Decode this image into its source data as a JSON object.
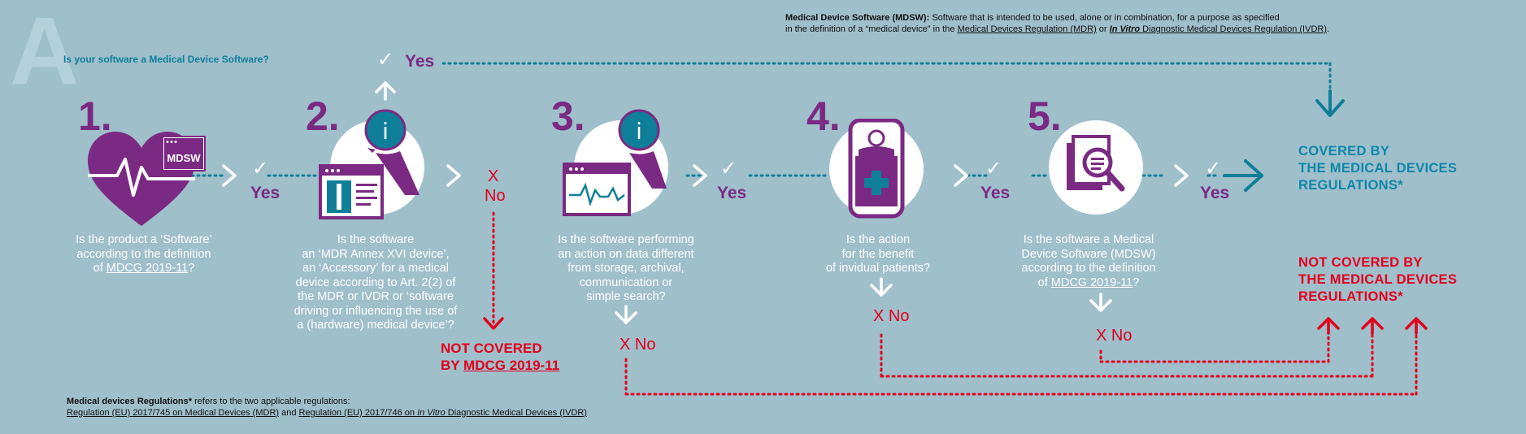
{
  "section_letter": "A",
  "question": "Is your software a Medical Device Software?",
  "definition": {
    "term": "Medical Device Software (MDSW):",
    "text1": " Software that is intended to be used, alone or in combination, for a purpose as specified",
    "text2": "in the definition of a “medical device” in the ",
    "mdr_link": "Medical Devices Regulation (MDR)",
    "or": " or ",
    "ivdr_italic": "In Vitro",
    "ivdr_link": " Diagnostic Medical Devices Regulation (IVDR)",
    "end": "."
  },
  "steps": [
    {
      "number": "1.",
      "badge": "MDSW",
      "lines": [
        "Is the product a ‘Software’",
        "according to the definition"
      ],
      "line3_pre": "of ",
      "line3_link": "MDCG 2019-11",
      "line3_post": "?"
    },
    {
      "number": "2.",
      "lines": [
        "Is the software",
        "an ‘MDR Annex XVI device’,",
        "an ‘Accessory’ for a medical",
        "device according to Art. 2(2) of",
        "the MDR or IVDR or ‘software",
        "driving or influencing the use of",
        "a (hardware) medical device’?"
      ]
    },
    {
      "number": "3.",
      "lines": [
        "Is the software performing",
        "an action on data different",
        "from storage, archival,",
        "communication or",
        "simple search?"
      ]
    },
    {
      "number": "4.",
      "lines": [
        "Is the action",
        "for the benefit",
        "of invidual patients?"
      ]
    },
    {
      "number": "5.",
      "lines": [
        "Is the software a Medical",
        "Device Software (MDSW)",
        "according to the definition"
      ],
      "line4_pre": "of ",
      "line4_link": "MDCG 2019-11",
      "line4_post": "?"
    }
  ],
  "labels": {
    "yes": "Yes",
    "no": "No",
    "x": "X",
    "x_no": "X No",
    "check": "✓",
    "info": "i"
  },
  "outcomes": {
    "covered": [
      "COVERED BY",
      "THE MEDICAL DEVICES",
      "REGULATIONS*"
    ],
    "not_covered": [
      "NOT COVERED BY",
      "THE MEDICAL DEVICES",
      "REGULATIONS*"
    ],
    "not_covered_mdcg_1": "NOT COVERED",
    "not_covered_mdcg_2_pre": "BY ",
    "not_covered_mdcg_2_link": "MDCG 2019-11"
  },
  "footnote": {
    "term": "Medical devices Regulations*",
    "text": " refers to the two applicable regulations:",
    "reg1": "Regulation (EU) 2017/745 on Medical Devices (MDR)",
    "and": " and ",
    "reg2_pre": "Regulation (EU) 2017/746 on ",
    "reg2_italic": "In Vitro",
    "reg2_post": " Diagnostic Medical Devices (IVDR)"
  },
  "colors": {
    "background": "#9fbfcb",
    "purple": "#7b2a83",
    "teal": "#0f7f99",
    "red": "#e3001b",
    "white": "#ffffff"
  }
}
